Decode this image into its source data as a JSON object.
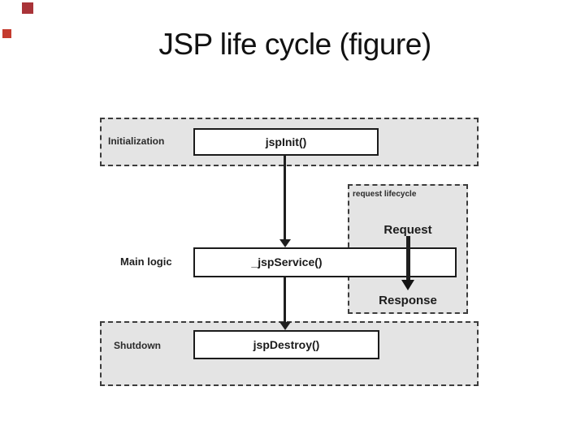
{
  "slide": {
    "title": "JSP life cycle (figure)"
  },
  "decor": {
    "squares": [
      {
        "name": "top-red-square",
        "color": "#a93338"
      },
      {
        "name": "left-red-square",
        "color": "#c43b2e"
      }
    ]
  },
  "diagram": {
    "zones": [
      {
        "id": "initialization",
        "label": "Initialization",
        "method": "jspInit()"
      },
      {
        "id": "main-logic",
        "label": "Main logic",
        "method": "_jspService()"
      },
      {
        "id": "shutdown",
        "label": "Shutdown",
        "method": "jspDestroy()"
      }
    ],
    "request_lifecycle": {
      "label": "request lifecycle",
      "request": "Request",
      "response": "Response"
    },
    "colors": {
      "zone_fill": "#e4e4e4",
      "box_fill": "#ffffff",
      "border": "#1b1b1b"
    }
  }
}
